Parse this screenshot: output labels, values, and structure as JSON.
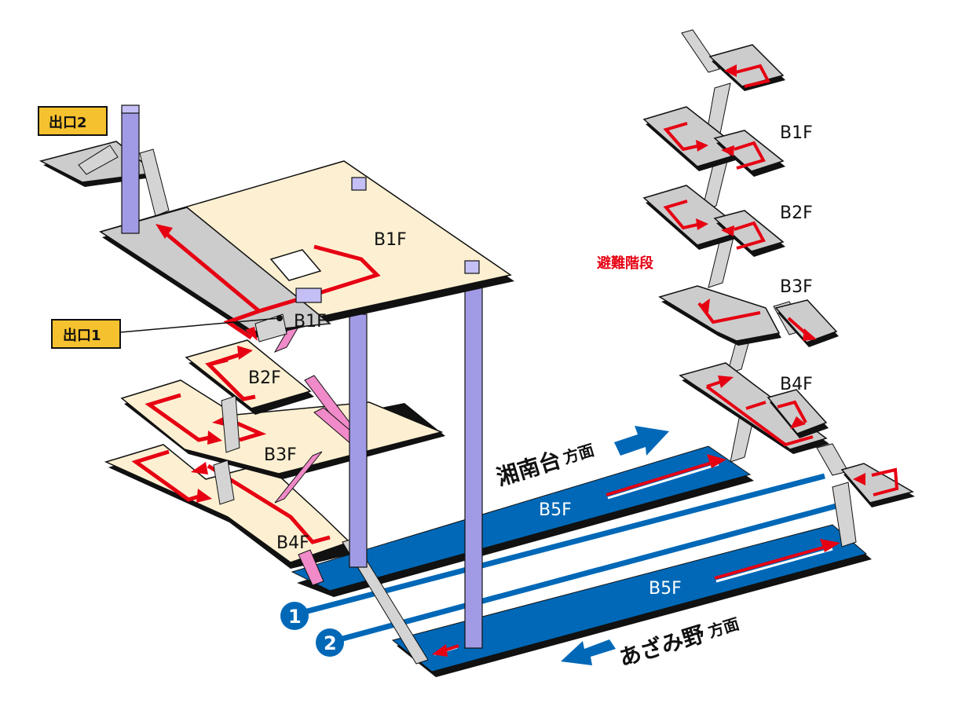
{
  "diagram": {
    "type": "station-cross-section",
    "exits": [
      {
        "id": "exit-2",
        "label": "出口2"
      },
      {
        "id": "exit-1",
        "label": "出口1"
      }
    ],
    "main_floors": {
      "b1f_main": "B1F",
      "b1f_exit": "B1F",
      "b2f": "B2F",
      "b3f": "B3F",
      "b4f": "B4F"
    },
    "platforms": {
      "upper": {
        "label": "B5F",
        "direction": "湘南台",
        "direction_suffix": "方面"
      },
      "lower": {
        "label": "B5F",
        "direction": "あざみ野",
        "direction_suffix": "方面"
      }
    },
    "tracks": [
      {
        "number": "1"
      },
      {
        "number": "2"
      }
    ],
    "evacuation_stairs": {
      "label": "避難階段",
      "floors": [
        "B1F",
        "B2F",
        "B3F",
        "B4F"
      ]
    },
    "colors": {
      "route": "#e60012",
      "platform": "#0068b7",
      "concourse": "#fdf0d2",
      "passage": "#cccccc",
      "pillar": "#a19be6",
      "escalator": "#f08ac8",
      "exit_label": "#f5c12e"
    }
  }
}
